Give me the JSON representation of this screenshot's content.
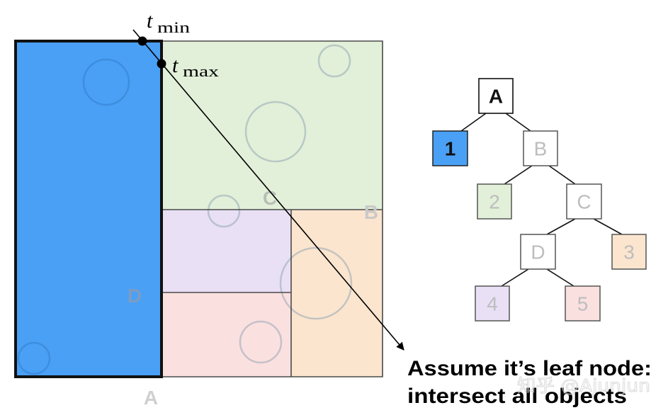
{
  "diagram": {
    "ray": {
      "t_min": {
        "base": "t",
        "sub": "min"
      },
      "t_max": {
        "base": "t",
        "sub": "max"
      }
    },
    "region_labels": {
      "root": "A",
      "node_b": "B",
      "node_c": "C",
      "node_d": "D"
    },
    "leaf_colors": {
      "1": "#4aa0f5",
      "2": "#e2f0d9",
      "3": "#fbe5ce",
      "4": "#e9e0f5",
      "5": "#fbe0e0"
    }
  },
  "tree": {
    "nodes": [
      {
        "label": "A"
      },
      {
        "label": "1"
      },
      {
        "label": "B"
      },
      {
        "label": "2"
      },
      {
        "label": "C"
      },
      {
        "label": "D"
      },
      {
        "label": "3"
      },
      {
        "label": "4"
      },
      {
        "label": "5"
      }
    ]
  },
  "caption": {
    "line1": "Assume it’s leaf node:",
    "line2": "intersect all objects"
  },
  "watermark": "知乎 @Ajunjun"
}
